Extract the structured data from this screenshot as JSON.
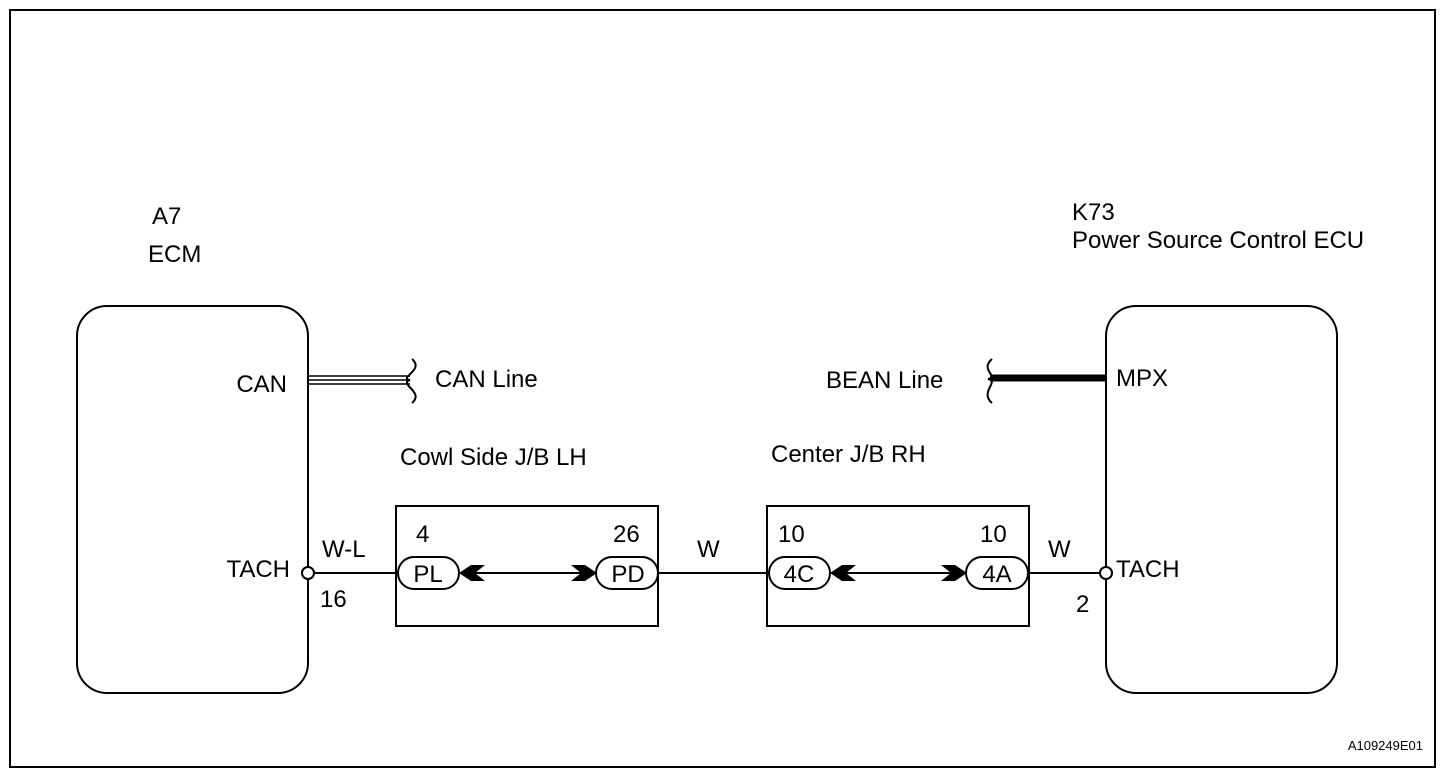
{
  "ecm": {
    "ref": "A7",
    "name": "ECM",
    "can_terminal": "CAN",
    "tach_terminal": "TACH",
    "tach_pin": "16"
  },
  "can_line": {
    "label": "CAN Line"
  },
  "power_ecu": {
    "ref": "K73",
    "name": "Power Source Control ECU",
    "mpx_terminal": "MPX",
    "tach_terminal": "TACH",
    "tach_pin": "2"
  },
  "bean_line": {
    "label": "BEAN Line"
  },
  "wires": {
    "ecm_to_cowl": "W-L",
    "cowl_to_center": "W",
    "center_to_ecu": "W"
  },
  "cowl_jb": {
    "label": "Cowl Side J/B LH",
    "left_connector": {
      "pin": "4",
      "id": "PL"
    },
    "right_connector": {
      "pin": "26",
      "id": "PD"
    }
  },
  "center_jb": {
    "label": "Center J/B RH",
    "left_connector": {
      "pin": "10",
      "id": "4C"
    },
    "right_connector": {
      "pin": "10",
      "id": "4A"
    }
  },
  "figure_code": "A109249E01"
}
